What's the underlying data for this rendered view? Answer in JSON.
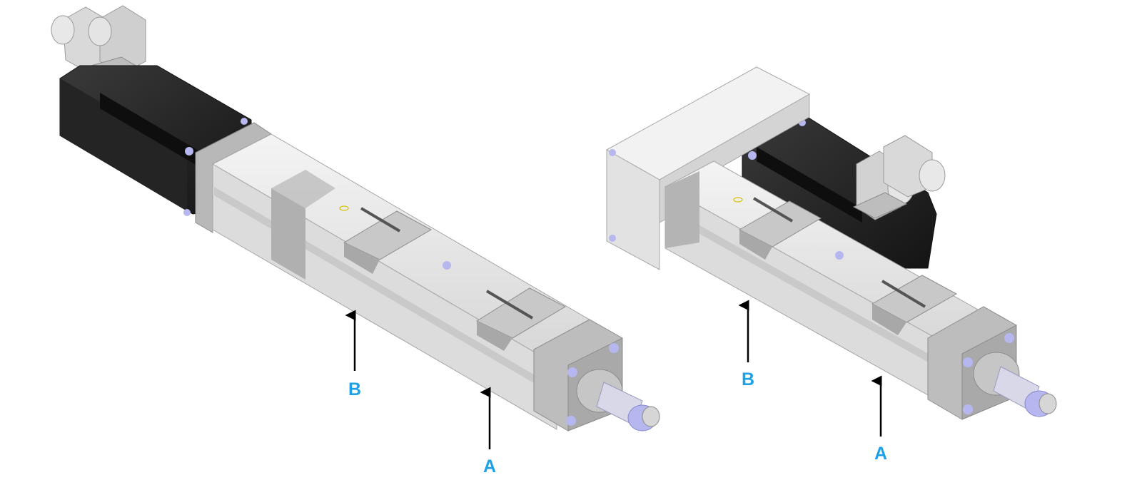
{
  "colors": {
    "label": "#1EA0E6",
    "arrow": "#000000",
    "housing_light": "#E6E6E6",
    "housing_mid": "#CFCFCF",
    "housing_dark": "#A9A9A9",
    "motor_dark": "#1E1E1E",
    "motor_mid": "#3A3A3A",
    "fastener": "#B7B7F0"
  },
  "icons": {
    "left_assembly": "inline-motor-actuator-icon",
    "right_assembly": "parallel-motor-actuator-icon"
  },
  "left_assembly": {
    "callouts": [
      {
        "label": "B"
      },
      {
        "label": "A"
      }
    ]
  },
  "right_assembly": {
    "callouts": [
      {
        "label": "B"
      },
      {
        "label": "A"
      }
    ]
  }
}
